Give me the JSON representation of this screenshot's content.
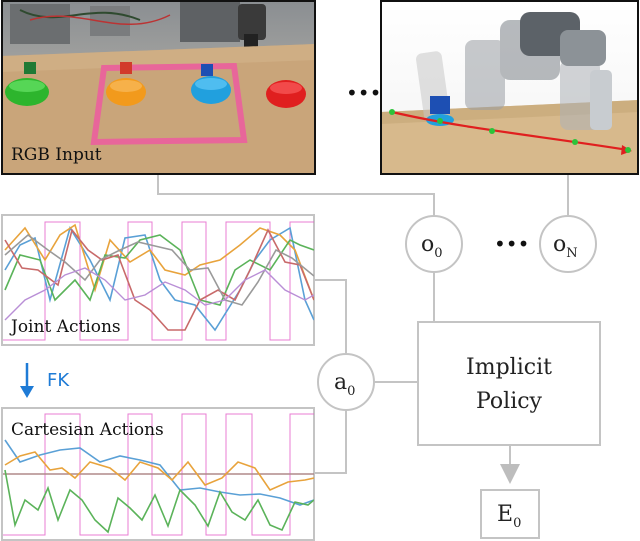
{
  "images": {
    "rgb_caption": "RGB Input",
    "ellipsis_top": "•••"
  },
  "obs_nodes": [
    {
      "label": "o",
      "sub": "0"
    },
    {
      "label": "o",
      "sub": "N"
    }
  ],
  "obs_ellipsis": "•••",
  "action_node": {
    "label": "a",
    "sub": "0"
  },
  "policy": {
    "line1": "Implicit",
    "line2": "Policy"
  },
  "energy": {
    "label": "E",
    "sub": "0"
  },
  "plots": {
    "joint_label": "Joint Actions",
    "cartesian_label": "Cartesian Actions",
    "fk_label": "FK"
  },
  "colors": {
    "accent_blue": "#1e7bd6",
    "pink": "#e25bc8",
    "series": [
      "#e8a33c",
      "#5aa0d6",
      "#5bb35a",
      "#c86a6a",
      "#9a9a9a",
      "#b98fd6"
    ]
  }
}
